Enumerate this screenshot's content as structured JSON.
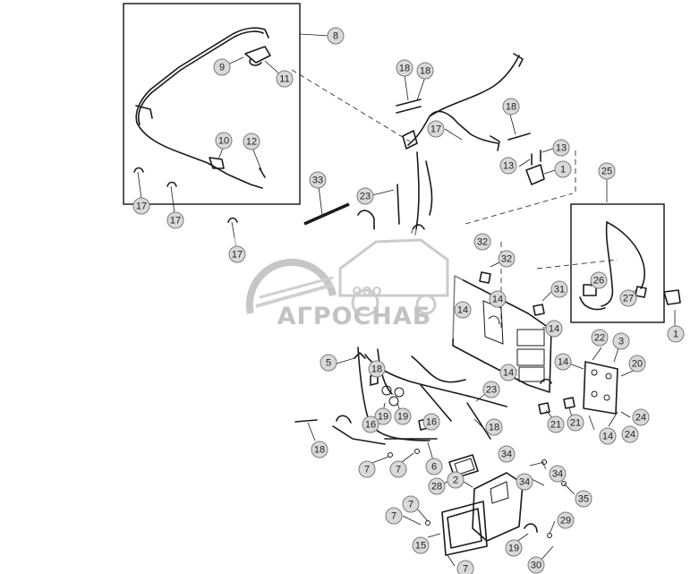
{
  "watermark": {
    "line1": "ООО",
    "line2": "АГРОСНАБ"
  },
  "callouts": [
    {
      "id": "c-8",
      "label": "8"
    },
    {
      "id": "c-9",
      "label": "9"
    },
    {
      "id": "c-11",
      "label": "11"
    },
    {
      "id": "c-10",
      "label": "10"
    },
    {
      "id": "c-12",
      "label": "12"
    },
    {
      "id": "c-17a",
      "label": "17"
    },
    {
      "id": "c-17b",
      "label": "17"
    },
    {
      "id": "c-17c",
      "label": "17"
    },
    {
      "id": "c-33",
      "label": "33"
    },
    {
      "id": "c-18a",
      "label": "18"
    },
    {
      "id": "c-18b",
      "label": "18"
    },
    {
      "id": "c-18c",
      "label": "18"
    },
    {
      "id": "c-17d",
      "label": "17"
    },
    {
      "id": "c-13a",
      "label": "13"
    },
    {
      "id": "c-13b",
      "label": "13"
    },
    {
      "id": "c-1a",
      "label": "1"
    },
    {
      "id": "c-23a",
      "label": "23"
    },
    {
      "id": "c-25",
      "label": "25"
    },
    {
      "id": "c-26",
      "label": "26"
    },
    {
      "id": "c-27",
      "label": "27"
    },
    {
      "id": "c-1b",
      "label": "1"
    },
    {
      "id": "c-32a",
      "label": "32"
    },
    {
      "id": "c-32b",
      "label": "32"
    },
    {
      "id": "c-14a",
      "label": "14"
    },
    {
      "id": "c-31",
      "label": "31"
    },
    {
      "id": "c-14b",
      "label": "14"
    },
    {
      "id": "c-14c",
      "label": "14"
    },
    {
      "id": "c-22",
      "label": "22"
    },
    {
      "id": "c-3",
      "label": "3"
    },
    {
      "id": "c-14d",
      "label": "14"
    },
    {
      "id": "c-20",
      "label": "20"
    },
    {
      "id": "c-14e",
      "label": "14"
    },
    {
      "id": "c-5",
      "label": "5"
    },
    {
      "id": "c-18d",
      "label": "18"
    },
    {
      "id": "c-23b",
      "label": "23"
    },
    {
      "id": "c-19a",
      "label": "19"
    },
    {
      "id": "c-19b",
      "label": "19"
    },
    {
      "id": "c-16a",
      "label": "16"
    },
    {
      "id": "c-16b",
      "label": "16"
    },
    {
      "id": "c-18e",
      "label": "18"
    },
    {
      "id": "c-21a",
      "label": "21"
    },
    {
      "id": "c-21b",
      "label": "21"
    },
    {
      "id": "c-24a",
      "label": "24"
    },
    {
      "id": "c-24b",
      "label": "24"
    },
    {
      "id": "c-14f",
      "label": "14"
    },
    {
      "id": "c-18f",
      "label": "18"
    },
    {
      "id": "c-7a",
      "label": "7"
    },
    {
      "id": "c-7b",
      "label": "7"
    },
    {
      "id": "c-6",
      "label": "6"
    },
    {
      "id": "c-34a",
      "label": "34"
    },
    {
      "id": "c-34b",
      "label": "34"
    },
    {
      "id": "c-28",
      "label": "28"
    },
    {
      "id": "c-2",
      "label": "2"
    },
    {
      "id": "c-34c",
      "label": "34"
    },
    {
      "id": "c-35",
      "label": "35"
    },
    {
      "id": "c-7c",
      "label": "7"
    },
    {
      "id": "c-7d",
      "label": "7"
    },
    {
      "id": "c-29",
      "label": "29"
    },
    {
      "id": "c-15",
      "label": "15"
    },
    {
      "id": "c-19c",
      "label": "19"
    },
    {
      "id": "c-30",
      "label": "30"
    },
    {
      "id": "c-7e",
      "label": "7"
    }
  ]
}
